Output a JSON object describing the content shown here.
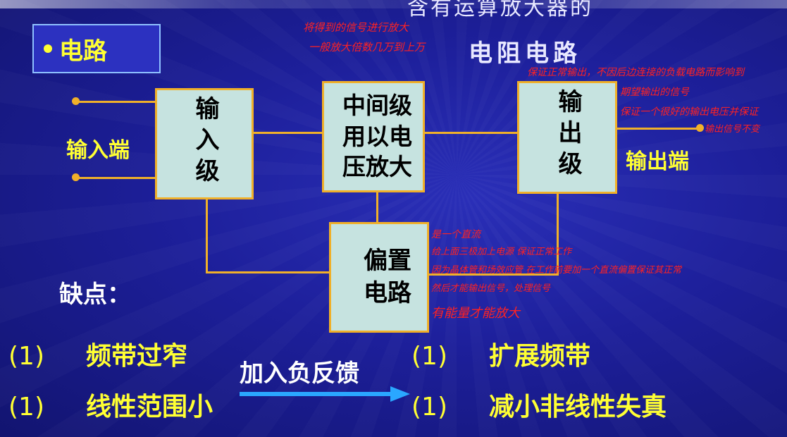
{
  "header": {
    "top_title": "含有运算放大器的",
    "main_title": "电阻电路"
  },
  "section_label": "电路",
  "blocks": {
    "input_stage": "输入级",
    "middle_stage": "中间级用以电压放大",
    "output_stage": "输出级",
    "bias_circuit": "偏置电路"
  },
  "terminals": {
    "input": "输入端",
    "output": "输出端"
  },
  "disadvantages": {
    "label": "缺点：",
    "items": [
      {
        "num": "(1)",
        "text": "频带过窄"
      },
      {
        "num": "(1)",
        "text": "线性范围小"
      }
    ]
  },
  "arrow_label": "加入负反馈",
  "improvements": {
    "items": [
      {
        "num": "(1)",
        "text": "扩展频带"
      },
      {
        "num": "(1)",
        "text": "减小非线性失真"
      }
    ]
  },
  "handwritten_notes": {
    "middle_1": "将得到的信号进行放大",
    "middle_2": "一般放大倍数几万到上万",
    "output_1": "保证正常输出，不因后边连接的负载电路而影响到",
    "output_2": "期望输出的信号",
    "output_3": "保证一个很好的输出电压并保证",
    "output_4": "输出信号不变",
    "bias_1": "是一个直流",
    "bias_2": "给上面三极加上电源 保证正常工作",
    "bias_3": "因为晶体管和场效应管 在工作前要加一个直流偏置保证其正常",
    "bias_4": "然后才能输出信号，处理信号",
    "bias_5": "有能量才能放大"
  },
  "colors": {
    "background": "#1d1f9a",
    "accent_yellow": "#ffff33",
    "block_fill": "#c6e3e0",
    "block_border": "#f0b02a",
    "annotation_red": "#ff2222",
    "arrow_blue": "#2aa7ff"
  }
}
